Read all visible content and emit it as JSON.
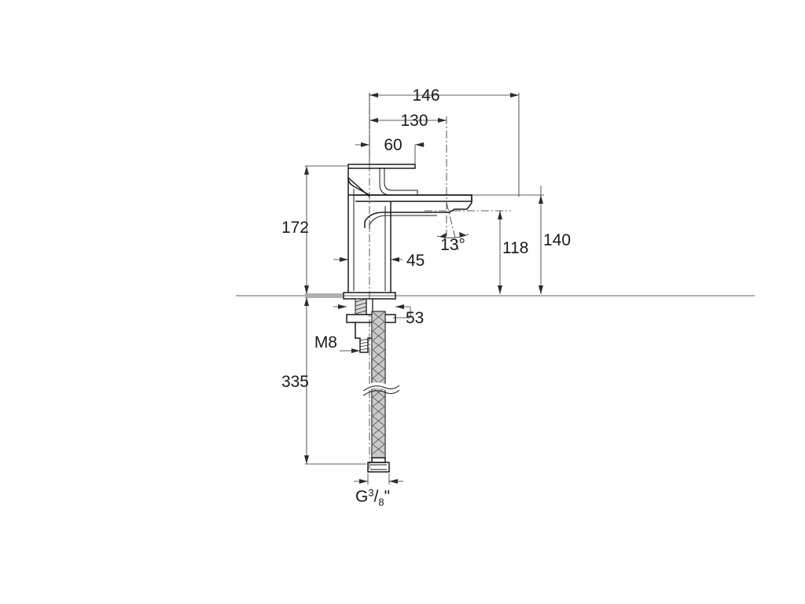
{
  "drawing": {
    "title": "Single-lever basin mixer tap — dimensioned technical drawing",
    "units": "mm",
    "background_color": "#ffffff",
    "line_color": "#1a1a1a",
    "dimension_color": "#2b2b2b",
    "dimensions": {
      "overall_spout_reach": "146",
      "spout_reach": "130",
      "lever_offset": "60",
      "body_height": "172",
      "body_diameter": "45",
      "spout_height_outer": "140",
      "spout_height_aerator": "118",
      "aerator_angle": "13°",
      "base_diameter": "53",
      "stud_thread": "M8",
      "total_height_with_hose": "335",
      "hose_connection_prefix": "G",
      "hose_connection_numerator": "3",
      "hose_connection_denominator": "8",
      "hose_connection_suffix": "\""
    }
  }
}
